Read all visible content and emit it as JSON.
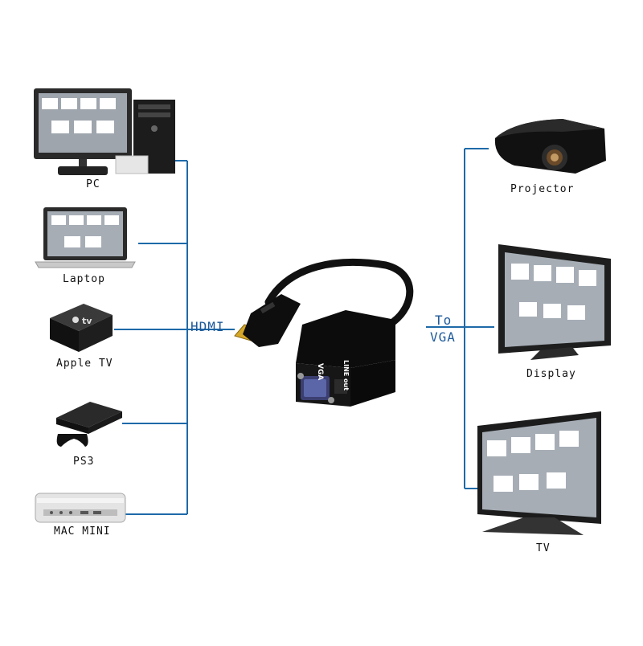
{
  "sources": {
    "label_interface": "HDMI",
    "devices": [
      {
        "label": "PC"
      },
      {
        "label": "Laptop"
      },
      {
        "label": "Apple TV"
      },
      {
        "label": "PS3"
      },
      {
        "label": "MAC MINI"
      }
    ]
  },
  "adapter": {
    "vga_port_label": "VGA",
    "audio_port_label": "LINE out",
    "appletv_logo_text": "tv"
  },
  "outputs": {
    "label_to": "To",
    "label_interface": "VGA",
    "devices": [
      {
        "label": "Projector"
      },
      {
        "label": "Display"
      },
      {
        "label": "TV"
      }
    ]
  },
  "colors": {
    "line": "#1e6aa8",
    "label_accent": "#1e5a9a"
  }
}
